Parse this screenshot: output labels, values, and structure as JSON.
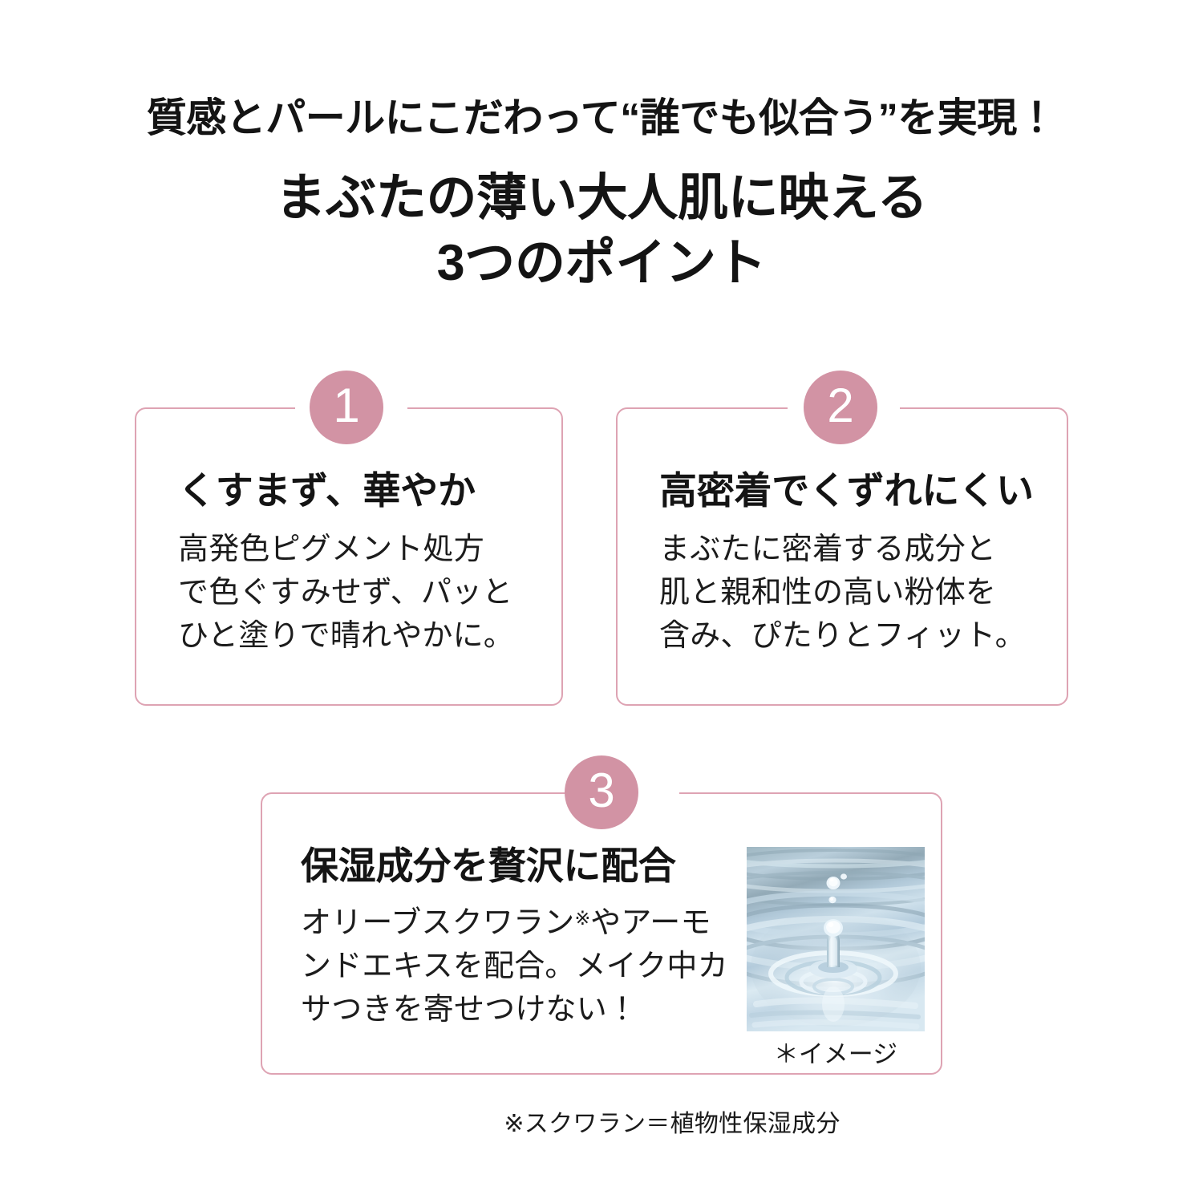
{
  "header": {
    "eyebrow": "質感とパールにこだわって“誰でも似合う”を実現！",
    "headline_line1": "まぶたの薄い大人肌に映える",
    "headline_line2": "3つのポイント"
  },
  "points": [
    {
      "number": "1",
      "title": "くすまず、華やか",
      "body_lines": [
        "高発色ピグメント処方",
        "で色ぐすみせず、パッと",
        "ひと塗りで晴れやかに。"
      ]
    },
    {
      "number": "2",
      "title": "高密着でくずれにくい",
      "body_lines": [
        "まぶたに密着する成分と",
        "肌と親和性の高い粉体を",
        "含み、ぴたりとフィット。"
      ]
    },
    {
      "number": "3",
      "title": "保湿成分を贅沢に配合",
      "body_lines_3a": "オリーブスクワラン",
      "body_ref_mark": "※",
      "body_lines_3b": "やアーモ",
      "body_line2": "ンドエキスを配合。メイク中カ",
      "body_line3": "サつきを寄せつけない！",
      "photo_caption": "＊イメージ",
      "photo_alt": "water-droplet-ripple-photo"
    }
  ],
  "footnote": "※スクワラン＝植物性保湿成分",
  "colors": {
    "badge_pink": "#d293a4",
    "card_border_pink": "#deA3b3",
    "text_dark": "#141414",
    "background": "#ffffff",
    "photo_blue_light": "#e8f2f6",
    "photo_blue_mid": "#bcd4e2",
    "photo_blue_deep": "#8fa8b4"
  }
}
